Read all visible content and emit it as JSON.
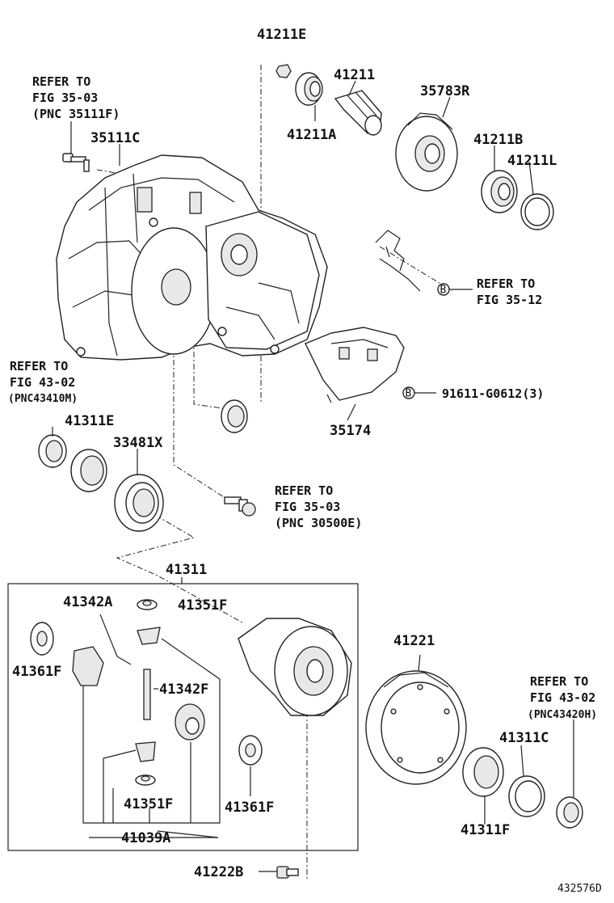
{
  "labels": {
    "p41211E": "41211E",
    "p41211": "41211",
    "p41211A": "41211A",
    "p35783R": "35783R",
    "p41211B": "41211B",
    "p41211L": "41211L",
    "p35111C": "35111C",
    "p35174": "35174",
    "p91611": "91611-G0612(3)",
    "p41311E": "41311E",
    "p33481X": "33481X",
    "p41311": "41311",
    "p41342A": "41342A",
    "p41351F_top": "41351F",
    "p41361F_left": "41361F",
    "p41342F": "41342F",
    "p41351F_bottom": "41351F",
    "p41361F_right": "41361F",
    "p41039A": "41039A",
    "p41221": "41221",
    "p41311C": "41311C",
    "p41311F": "41311F",
    "p41222B": "41222B"
  },
  "refs": {
    "r1": [
      "REFER TO",
      "FIG 35-03",
      "(PNC 35111F)"
    ],
    "r2": [
      "REFER TO",
      "FIG 35-12"
    ],
    "r3": [
      "REFER TO",
      "FIG 43-02",
      "(PNC43410M)"
    ],
    "r4": [
      "REFER TO",
      "FIG 35-03",
      "(PNC 30500E)"
    ],
    "r5": [
      "REFER TO",
      "FIG 43-02",
      "(PNC43420H)"
    ]
  },
  "markers": {
    "b1": "B",
    "b2": "B"
  },
  "figure_id": "432576D"
}
